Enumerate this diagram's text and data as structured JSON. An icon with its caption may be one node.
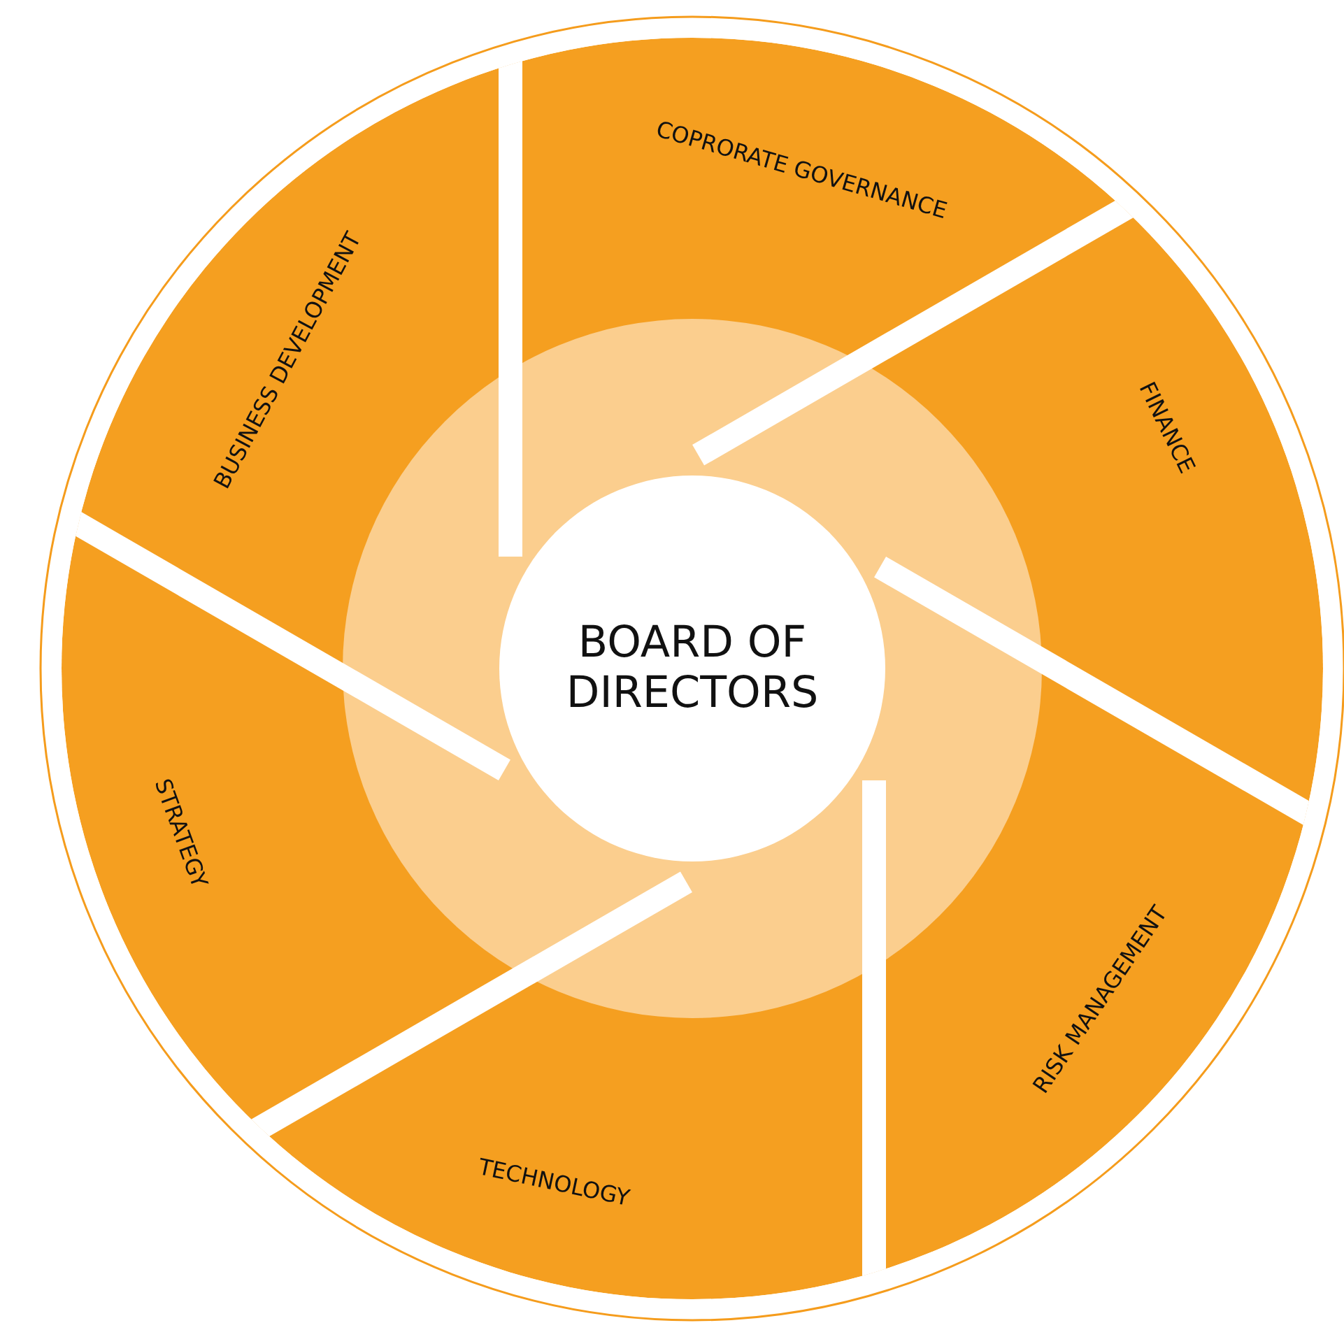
{
  "diagram": {
    "nodes": [
      {
        "text": [
          "BOARD OF DIRECTORS"
        ]
      },
      {
        "text": [
          "COPRORATE GOVERNANCE"
        ]
      },
      {
        "text": [
          "FINANCE"
        ]
      },
      {
        "text": [
          "RISK MANAGEMENT"
        ]
      },
      {
        "text": [
          "TECHNOLOGY"
        ]
      },
      {
        "text": [
          "STRATEGY"
        ]
      },
      {
        "text": [
          "BUSINESS DEVELOPMENT"
        ]
      }
    ]
  }
}
